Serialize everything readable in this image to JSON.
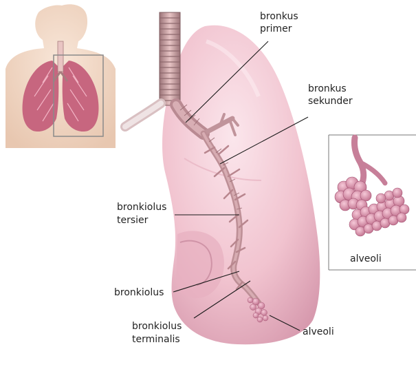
{
  "labels": {
    "bronkus_primer": [
      "bronkus",
      "primer"
    ],
    "bronkus_sekunder": [
      "bronkus",
      "sekunder"
    ],
    "bronkiolus_tersier": [
      "bronkiolus",
      "tersier"
    ],
    "bronkiolus": "bronkiolus",
    "bronkiolus_terminalis": [
      "bronkiolus",
      "terminalis"
    ],
    "alveoli": "alveoli",
    "inset_alveoli": "alveoli"
  },
  "colors": {
    "lung": "#f2c6d2",
    "lung_shadow": "#dba2b5",
    "bronchus": "#c9909a",
    "trachea_ring": "#b7868a",
    "alveoli": "#d88aa5",
    "skin": "#f3d9c6"
  }
}
